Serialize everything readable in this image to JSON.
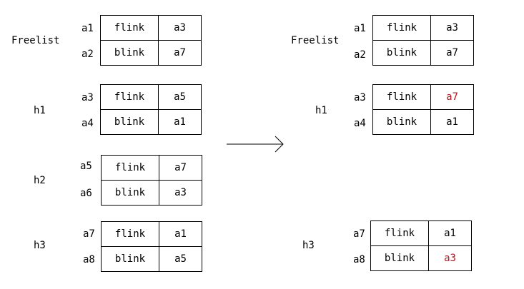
{
  "colors": {
    "highlight": "#c0121b",
    "line": "#000000"
  },
  "before": {
    "freelist": {
      "label": "Freelist",
      "addr_top": "a1",
      "addr_bottom": "a2",
      "row1": [
        "flink",
        "a3"
      ],
      "row2": [
        "blink",
        "a7"
      ]
    },
    "h1": {
      "label": "h1",
      "addr_top": "a3",
      "addr_bottom": "a4",
      "row1": [
        "flink",
        "a5"
      ],
      "row2": [
        "blink",
        "a1"
      ]
    },
    "h2": {
      "label": "h2",
      "addr_top": "a5",
      "addr_bottom": "a6",
      "row1": [
        "flink",
        "a7"
      ],
      "row2": [
        "blink",
        "a3"
      ]
    },
    "h3": {
      "label": "h3",
      "addr_top": "a7",
      "addr_bottom": "a8",
      "row1": [
        "flink",
        "a1"
      ],
      "row2": [
        "blink",
        "a5"
      ]
    }
  },
  "after": {
    "freelist": {
      "label": "Freelist",
      "addr_top": "a1",
      "addr_bottom": "a2",
      "row1": [
        "flink",
        "a3"
      ],
      "row2": [
        "blink",
        "a7"
      ]
    },
    "h1": {
      "label": "h1",
      "addr_top": "a3",
      "addr_bottom": "a4",
      "row1": [
        "flink",
        "a7"
      ],
      "row2": [
        "blink",
        "a1"
      ],
      "changed": "row1.1"
    },
    "h3": {
      "label": "h3",
      "addr_top": "a7",
      "addr_bottom": "a8",
      "row1": [
        "flink",
        "a1"
      ],
      "row2": [
        "blink",
        "a3"
      ],
      "changed": "row2.1"
    }
  }
}
